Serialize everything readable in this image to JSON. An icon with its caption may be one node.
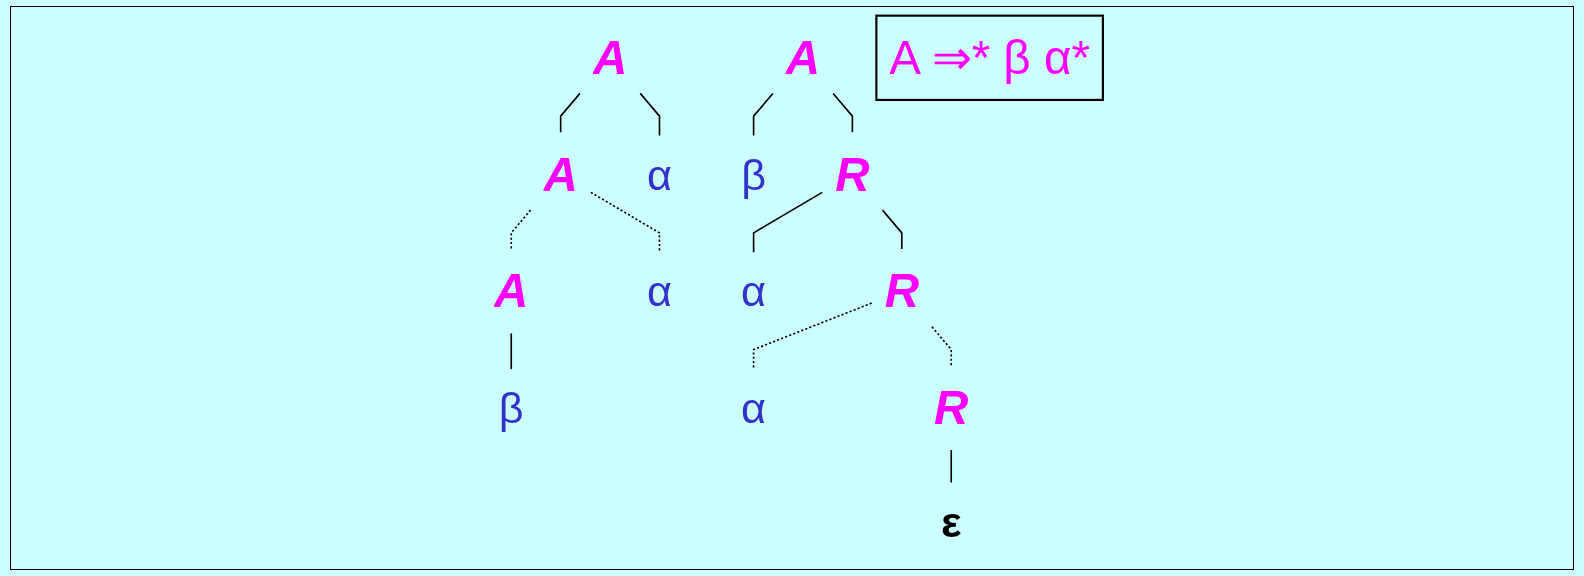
{
  "diagram": {
    "nodes": [
      {
        "text": [
          "A"
        ]
      },
      {
        "text": [
          "A"
        ]
      },
      {
        "text": [
          "α"
        ]
      },
      {
        "text": [
          "A"
        ]
      },
      {
        "text": [
          "α"
        ]
      },
      {
        "text": [
          "β"
        ]
      },
      {
        "text": [
          "A ⇒* β α*"
        ]
      },
      {
        "text": [
          "A"
        ]
      },
      {
        "text": [
          "β"
        ]
      },
      {
        "text": [
          "R"
        ]
      },
      {
        "text": [
          "α"
        ]
      },
      {
        "text": [
          "R"
        ]
      },
      {
        "text": [
          "α"
        ]
      },
      {
        "text": [
          "R"
        ]
      },
      {
        "text": [
          "ε"
        ]
      }
    ],
    "edges": [
      {
        "from": 0,
        "to": 1,
        "arrow": "none"
      },
      {
        "from": 0,
        "to": 2,
        "arrow": "none"
      },
      {
        "from": 1,
        "to": 3,
        "arrow": "none",
        "style": "dashed"
      },
      {
        "from": 1,
        "to": 4,
        "arrow": "none",
        "style": "dashed"
      },
      {
        "from": 3,
        "to": 5,
        "arrow": "none"
      },
      {
        "from": 7,
        "to": 8,
        "arrow": "none"
      },
      {
        "from": 7,
        "to": 9,
        "arrow": "none"
      },
      {
        "from": 9,
        "to": 10,
        "arrow": "none"
      },
      {
        "from": 9,
        "to": 11,
        "arrow": "none"
      },
      {
        "from": 11,
        "to": 12,
        "arrow": "none",
        "style": "dashed"
      },
      {
        "from": 11,
        "to": 13,
        "arrow": "none",
        "style": "dashed"
      },
      {
        "from": 13,
        "to": 14,
        "arrow": "none"
      }
    ]
  }
}
